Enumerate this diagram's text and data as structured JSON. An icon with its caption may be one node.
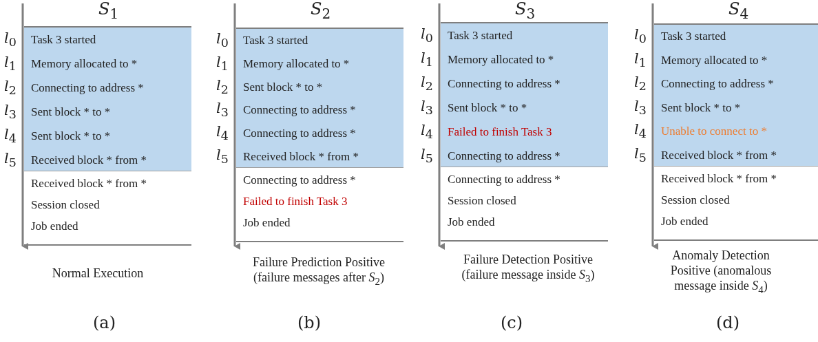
{
  "diagram": {
    "nodes": [
      {
        "text": [
          "Task 3 started",
          "Memory allocated to *",
          "Connecting to address *",
          "Sent block * to *",
          "Sent block * to *",
          "Received block * from *"
        ]
      },
      {
        "text": [
          "Task 3 started",
          "Memory allocated to *",
          "Sent block * to *",
          "Connecting to address *",
          "Connecting to address *",
          "Received block * from *"
        ]
      },
      {
        "text": [
          "Task 3 started",
          "Memory allocated to *",
          "Connecting to address *",
          "Sent block * to *",
          "Failed to finish Task 3",
          "Connecting to address *"
        ]
      },
      {
        "text": [
          "Task 3 started",
          "Memory allocated to *",
          "Connecting to address *",
          "Sent block * to *",
          "Unable to connect to *",
          "Received block * from *"
        ]
      }
    ],
    "edges": [],
    "labels": [
      "*S*$_{1}$",
      "*l*$_{0}$",
      "*l*$_{1}$",
      "*l*$_{2}$",
      "*l*$_{3}$",
      "*l*$_{4}$",
      "*l*$_{5}$",
      "Received block * from *",
      "Session closed",
      "Job ended",
      "Normal Execution",
      "(a)",
      "*S*$_{2}$",
      "*l*$_{0}$",
      "*l*$_{1}$",
      "*l*$_{2}$",
      "*l*$_{3}$",
      "*l*$_{4}$",
      "*l*$_{5}$",
      "Connecting to address *",
      "Failed to finish Task 3",
      "Job ended",
      "Failure Prediction Positive (failure messages after *S*$_{2}$)",
      "(b)",
      "*S*$_{3}$",
      "*l*$_{0}$",
      "*l*$_{1}$",
      "*l*$_{2}$",
      "*l*$_{3}$",
      "*l*$_{4}$",
      "*l*$_{5}$",
      "Connecting to address *",
      "Session closed",
      "Job ended",
      "Failure Detection Positive (failure message inside *S*$_{3}$)",
      "(c)",
      "*S*$_{4}$",
      "*l*$_{0}$",
      "*l*$_{1}$",
      "*l*$_{2}$",
      "*l*$_{3}$",
      "*l*$_{4}$",
      "*l*$_{5}$",
      "Received block * from *",
      "Session closed",
      "Job ended",
      "Anomaly Detection Positive (anomalous message inside *S*$_{4}$)",
      "(d)"
    ]
  }
}
